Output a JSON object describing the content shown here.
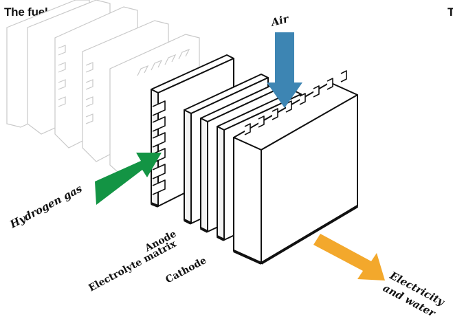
{
  "title": "The fuel cell",
  "clipped_text": "T",
  "labels": {
    "hydrogen": "Hydrogen gas",
    "air": "Air",
    "anode": "Anode",
    "electrolyte": "Electrolyte matrix",
    "cathode": "Cathode",
    "output_line1": "Electricity",
    "output_line2": "and water"
  },
  "colors": {
    "hydrogen_arrow": "#139444",
    "air_arrow": "#3d85b3",
    "output_arrow": "#f3a82c",
    "ghost_plates": "#c9c9c9",
    "plate_outline": "#111111"
  }
}
